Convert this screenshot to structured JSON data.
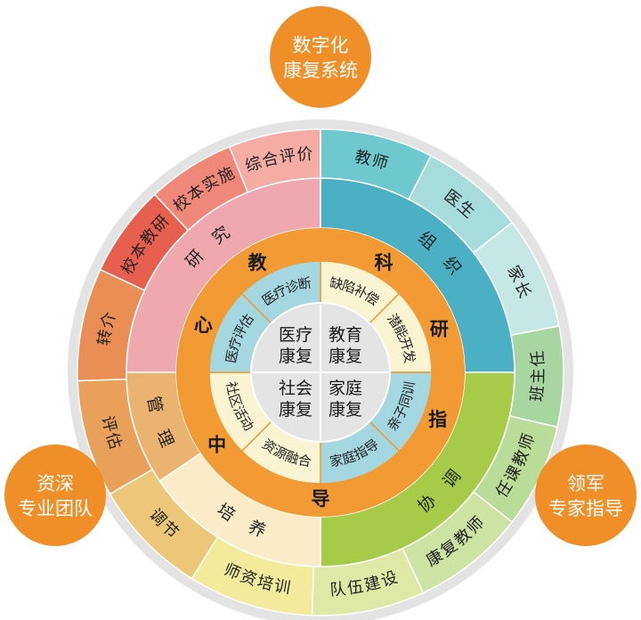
{
  "corner_badges": {
    "top": [
      "数字化",
      "康复系统"
    ],
    "left": [
      "资深",
      "专业团队"
    ],
    "right": [
      "领军",
      "专家指导"
    ]
  },
  "outer_ring": [
    {
      "label": "教师",
      "color": "#6ec9cf",
      "text_color": "#222222"
    },
    {
      "label": "医生",
      "color": "#a6dcdc",
      "text_color": "#222222"
    },
    {
      "label": "家长",
      "color": "#c6e7e5",
      "text_color": "#222222"
    },
    {
      "label": "班主任",
      "color": "#a8d6a0",
      "text_color": "#222222"
    },
    {
      "label": "任课教师",
      "color": "#b9dc98",
      "text_color": "#222222"
    },
    {
      "label": "康复教师",
      "color": "#cde3a3",
      "text_color": "#222222"
    },
    {
      "label": "队伍建设",
      "color": "#dfe9a6",
      "text_color": "#222222"
    },
    {
      "label": "师资培训",
      "color": "#f3ea9c",
      "text_color": "#222222"
    },
    {
      "label": "调节",
      "color": "#ecc779",
      "text_color": "#222222"
    },
    {
      "label": "评估",
      "color": "#e9a05a",
      "text_color": "#222222"
    },
    {
      "label": "转介",
      "color": "#e98e55",
      "text_color": "#222222"
    },
    {
      "label": "校本教研",
      "color": "#e7604f",
      "text_color": "#222222"
    },
    {
      "label": "校本实施",
      "color": "#ef8878",
      "text_color": "#222222"
    },
    {
      "label": "综合评价",
      "color": "#f4aca5",
      "text_color": "#222222"
    }
  ],
  "middle_ring": [
    {
      "label": "研究",
      "color": "#efa9ae"
    },
    {
      "label": "组织",
      "color": "#4cb0c5"
    },
    {
      "label": "协调",
      "color": "#a6cb48"
    },
    {
      "label": "培养",
      "color": "#f9ecc7"
    },
    {
      "label": "管理",
      "color": "#ebb370"
    }
  ],
  "center_ring": {
    "color": "#f29a33",
    "labels": [
      "教",
      "科",
      "研",
      "指",
      "导",
      "中",
      "心"
    ]
  },
  "inner_ring": [
    {
      "label": "缺陷补偿",
      "color": "#fbf4d3"
    },
    {
      "label": "潜能开发",
      "color": "#fbf4d3"
    },
    {
      "label": "亲子同训",
      "color": "#a5d7e1"
    },
    {
      "label": "家庭指导",
      "color": "#a5d7e1"
    },
    {
      "label": "资源融合",
      "color": "#fbf4d3"
    },
    {
      "label": "社区活动",
      "color": "#fbf4d3"
    },
    {
      "label": "医疗评估",
      "color": "#a5d7e1"
    },
    {
      "label": "医疗诊断",
      "color": "#a5d7e1"
    }
  ],
  "core": {
    "color": "#e4e4e4",
    "quadrants": [
      [
        "教育",
        "康复"
      ],
      [
        "家庭",
        "康复"
      ],
      [
        "社会",
        "康复"
      ],
      [
        "医疗",
        "康复"
      ]
    ]
  },
  "colors": {
    "backdrop": "#e3e3e3",
    "badge": "#f08f27",
    "badge_text": "#ffffff"
  }
}
